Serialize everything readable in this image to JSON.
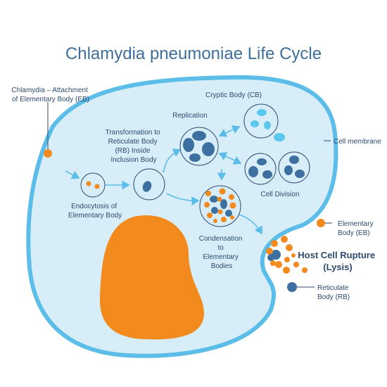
{
  "title": "Chlamydia pneumoniae Life Cycle",
  "colors": {
    "membrane": "#5bbde8",
    "cytoplasm": "#d7eef9",
    "nucleus": "#f28a1e",
    "elementary_body": "#f28a1e",
    "reticulate_body": "#3d6fa1",
    "cryptic_body": "#5cc7ee",
    "arrow": "#5bbde8",
    "text": "#2c4a6c"
  },
  "labels": {
    "attachment": [
      "Chlamydia – Attachment",
      "of Elementary Body (EB)"
    ],
    "endocytosis": [
      "Endocytosis of",
      "Elementary Body"
    ],
    "transformation": [
      "Transformation to",
      "Reticulate Body",
      "(RB) Inside",
      "Inclusion Body"
    ],
    "replication": [
      "Replication"
    ],
    "cryptic": [
      "Cryptic Body (CB)"
    ],
    "cell_membrane": [
      "Cell membrane"
    ],
    "cell_division": [
      "Cell Division"
    ],
    "condensation": [
      "Condensation",
      "to",
      "Elementary",
      "Bodies"
    ],
    "elementary_body": [
      "Elementary",
      "Body (EB)"
    ],
    "rupture": [
      "Host Cell Rupture",
      "(Lysis)"
    ],
    "reticulate_body": [
      "Reticulate",
      "Body (RB)"
    ]
  }
}
